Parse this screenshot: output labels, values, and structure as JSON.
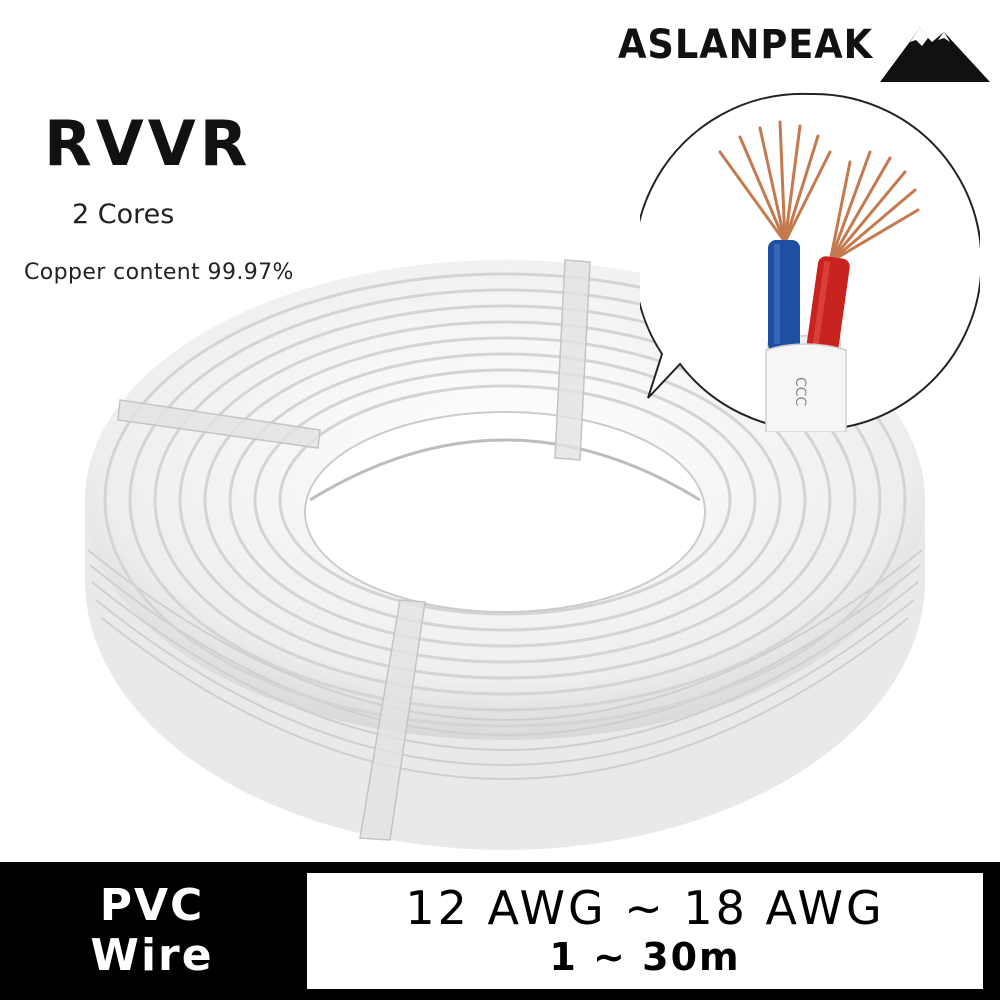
{
  "brand": {
    "name": "ASLANPEAK",
    "logo_icon": "mountain-icon"
  },
  "product": {
    "model": "RVVR",
    "cores": "2 Cores",
    "copper": "Copper content 99.97%"
  },
  "zoom_detail": {
    "sheath_mark": "CCC",
    "core_colors": [
      "#1f4fa0",
      "#c8231f"
    ],
    "conductor_color": "#c47a4e"
  },
  "spec_bar": {
    "material_line1": "PVC",
    "material_line2": "Wire",
    "gauge_range": "12 AWG ~ 18 AWG",
    "length_range": "1 ~ 30m"
  },
  "colors": {
    "bar_background": "#000000",
    "cable_white": "#f4f4f4"
  }
}
